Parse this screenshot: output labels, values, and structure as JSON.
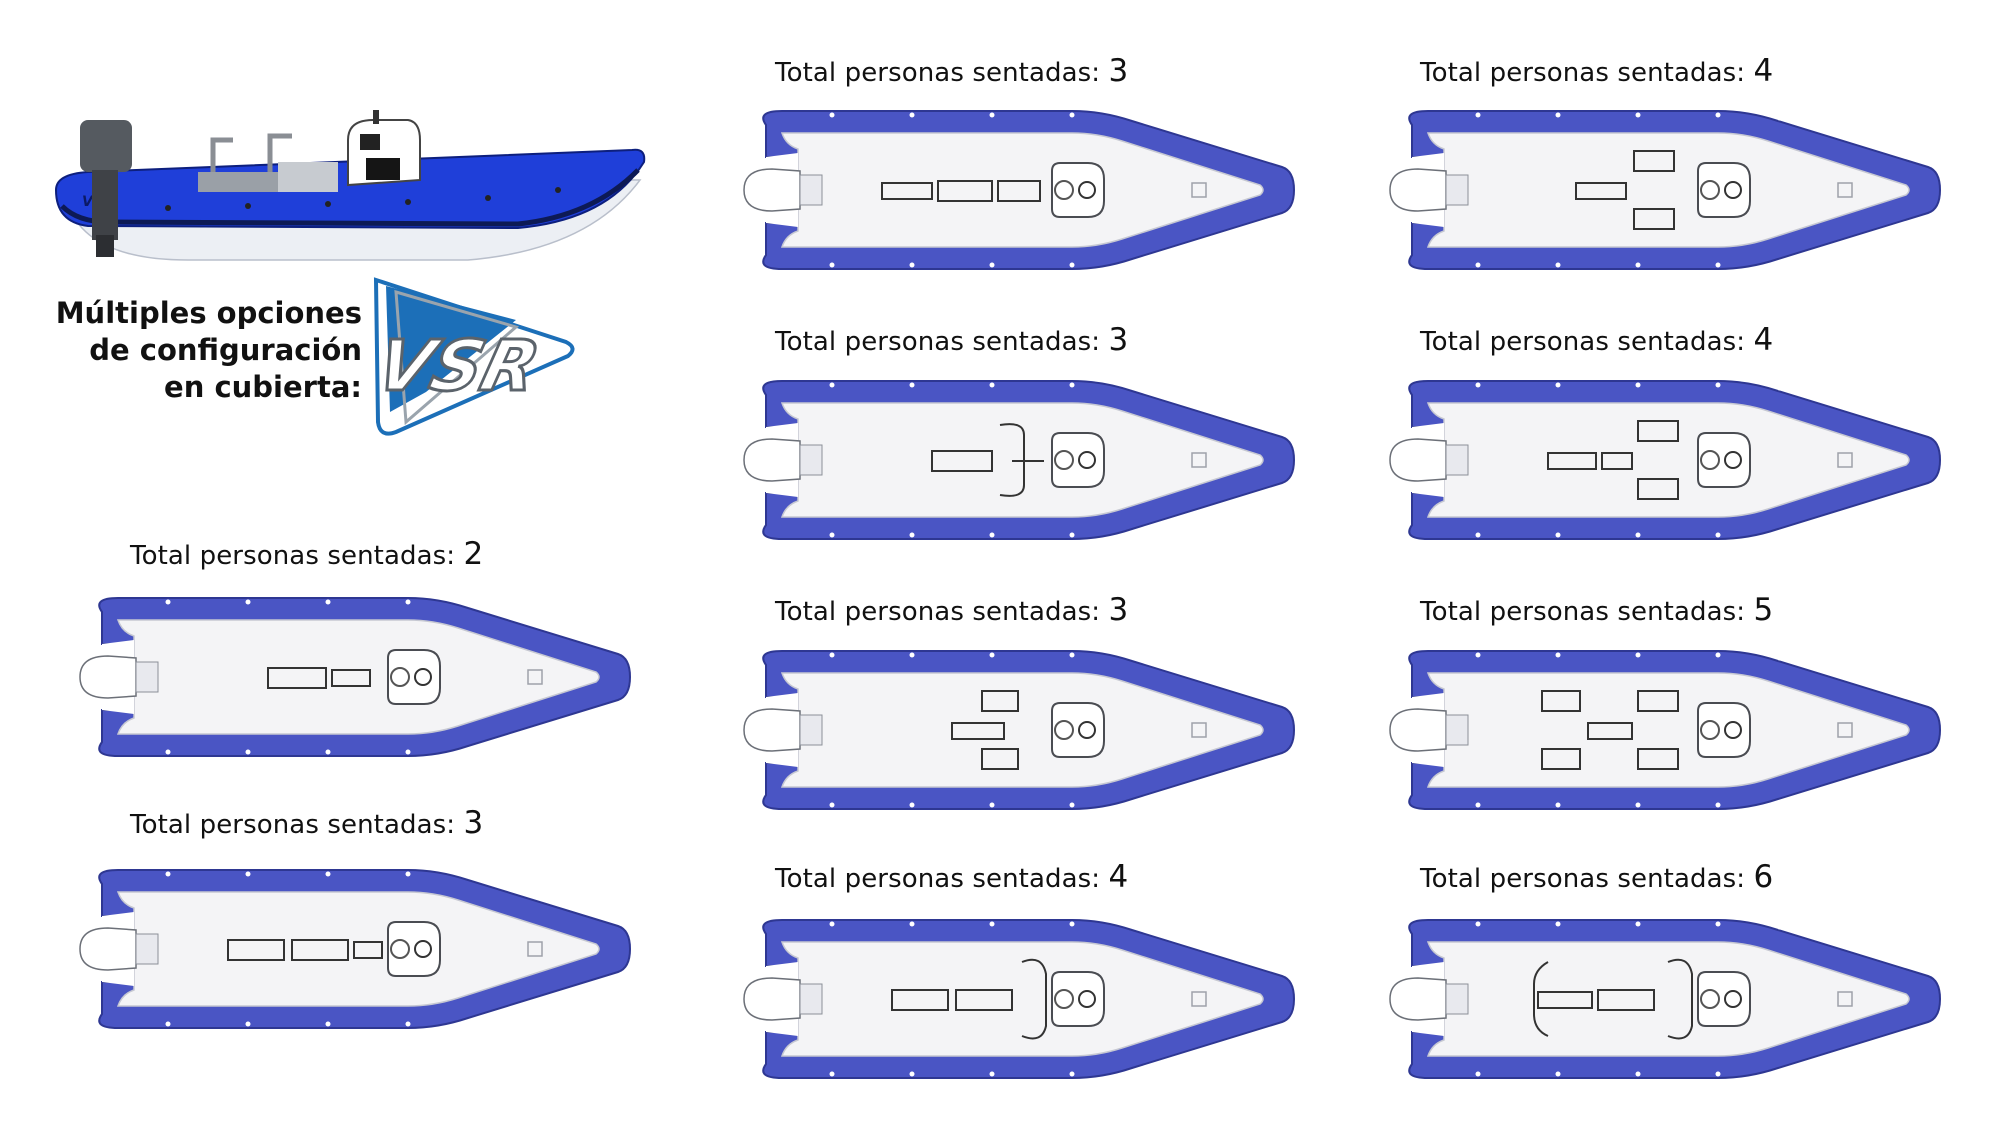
{
  "heading": {
    "line1": "Múltiples opciones",
    "line2": "de configuración",
    "line3": "en cubierta:"
  },
  "brand": {
    "logo_text": "VSR"
  },
  "caption_prefix": "Total personas sentadas:",
  "configurations": [
    {
      "id": "left-1",
      "seats": "2"
    },
    {
      "id": "left-2",
      "seats": "3"
    },
    {
      "id": "mid-1",
      "seats": "3"
    },
    {
      "id": "mid-2",
      "seats": "3"
    },
    {
      "id": "mid-3",
      "seats": "3"
    },
    {
      "id": "mid-4",
      "seats": "4"
    },
    {
      "id": "right-1",
      "seats": "4"
    },
    {
      "id": "right-2",
      "seats": "4"
    },
    {
      "id": "right-3",
      "seats": "5"
    },
    {
      "id": "right-4",
      "seats": "6"
    }
  ],
  "colors": {
    "tube": "#4a55c4",
    "tube_dark": "#2e3792",
    "deck": "#f4f4f6",
    "hero_tube": "#1f3fd9",
    "logo_blue": "#1c6fb8"
  }
}
